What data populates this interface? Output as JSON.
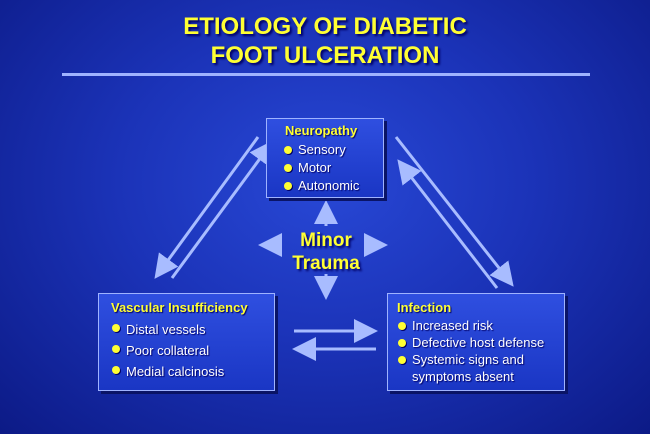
{
  "title": {
    "line1": "ETIOLOGY OF DIABETIC",
    "line2": "FOOT ULCERATION"
  },
  "center": {
    "line1": "Minor",
    "line2": "Trauma"
  },
  "neuropathy": {
    "title": "Neuropathy",
    "items": [
      "Sensory",
      "Motor",
      "Autonomic"
    ]
  },
  "vascular": {
    "title": "Vascular Insufficiency",
    "items": [
      "Distal vessels",
      "Poor collateral",
      "Medial calcinosis"
    ]
  },
  "infection": {
    "title": "Infection",
    "items": [
      "Increased risk",
      "Defective host defense",
      "Systemic signs and",
      "symptoms absent"
    ]
  },
  "colors": {
    "title": "#ffff33",
    "arrow": "#a8bcff",
    "background": "#1b33b8"
  }
}
